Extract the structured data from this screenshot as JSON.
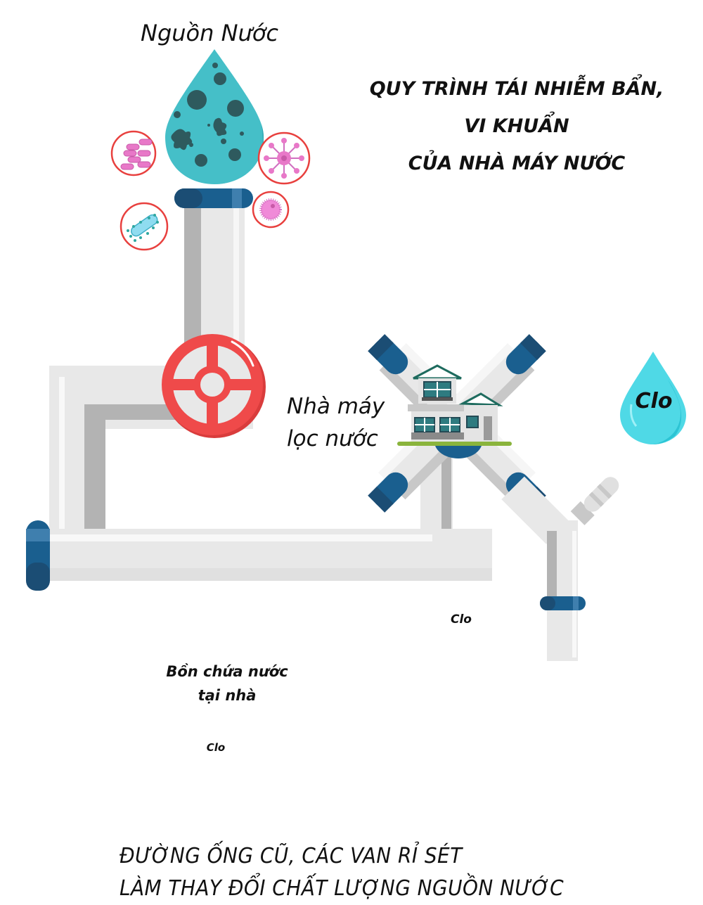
{
  "source": {
    "label": "Nguồn Nước",
    "microbes": [
      "bacilli-cluster",
      "virus",
      "spherical-germ",
      "rod-bacterium"
    ]
  },
  "title": {
    "lines": [
      "QUY TRÌNH TÁI NHIỄM BẨN,",
      "VI KHUẨN",
      "CỦA NHÀ MÁY NƯỚC"
    ]
  },
  "plant": {
    "label_line1": "Nhà máy",
    "label_line2": "lọc nước"
  },
  "chlorine": {
    "large_label": "Clo",
    "small_label": "Clo",
    "tank_label": "Clo"
  },
  "home_tank": {
    "label_line1": "Bồn chứa nước",
    "label_line2": "tại nhà"
  },
  "footer": {
    "line1": "ĐƯỜNG ỐNG CŨ, CÁC VAN RỈ SÉT",
    "line2": "LÀM THAY ĐỔI CHẤT LƯỢNG NGUỒN NƯỚC"
  },
  "colors": {
    "pipe_light": "#e8e8e8",
    "pipe_shadow": "#b3b3b3",
    "flange": "#1a5f8f",
    "flange_dark": "#1b4d74",
    "valve": "#ef4a4a",
    "dirty_water": "#45bfc8",
    "clean_water": "#4fd9e6",
    "germ_ring": "#e8403e",
    "germ_pink": "#e878c8",
    "grass": "#8ab43c"
  }
}
